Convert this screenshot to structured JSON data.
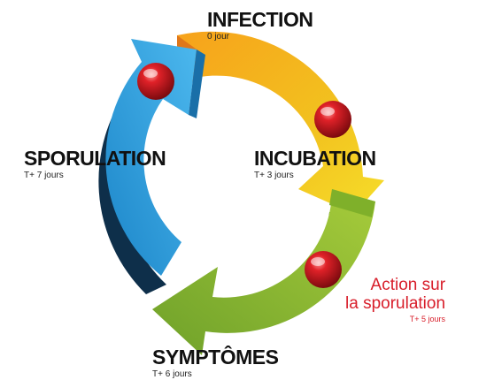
{
  "stages": {
    "infection": {
      "title": "INFECTION",
      "time": "0 jour"
    },
    "incubation": {
      "title": "INCUBATION",
      "time": "T+ 3 jours"
    },
    "symptomes": {
      "title": "SYMPTÔMES",
      "time": "T+ 6 jours"
    },
    "sporulation": {
      "title": "SPORULATION",
      "time": "T+ 7 jours"
    }
  },
  "action": {
    "line1": "Action sur",
    "line2": "la sporulation",
    "time": "T+ 5 jours"
  },
  "colors": {
    "infection_arrow": "#f29a1f",
    "incubation_arrow": "#f4d21f",
    "symptomes_arrow": "#8fbf2e",
    "sporulation_arrow": "#2ba3e3",
    "marker": "#c4121a",
    "action_text": "#d81e2a"
  }
}
